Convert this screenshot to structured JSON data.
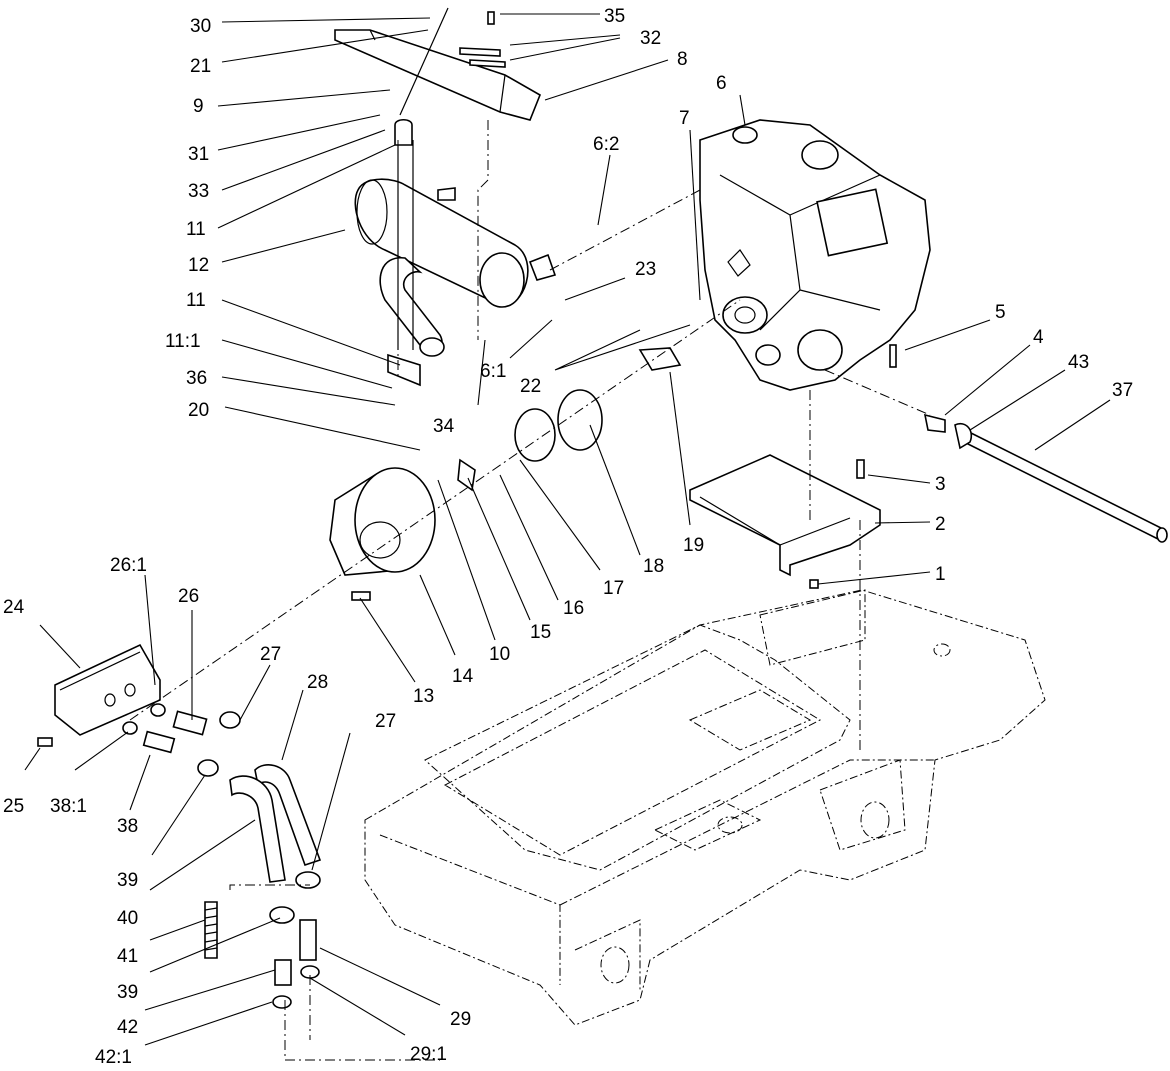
{
  "diagram": {
    "callouts": [
      "30",
      "21",
      "9",
      "31",
      "33",
      "11",
      "12",
      "11",
      "11:1",
      "36",
      "20",
      "35",
      "32",
      "8",
      "6",
      "6:2",
      "7",
      "23",
      "6:1",
      "22",
      "34",
      "5",
      "4",
      "43",
      "37",
      "3",
      "2",
      "1",
      "19",
      "18",
      "17",
      "16",
      "15",
      "10",
      "14",
      "13",
      "24",
      "26:1",
      "26",
      "27",
      "28",
      "27",
      "25",
      "38:1",
      "38",
      "39",
      "40",
      "41",
      "39",
      "42",
      "42:1",
      "29:1",
      "29"
    ]
  }
}
